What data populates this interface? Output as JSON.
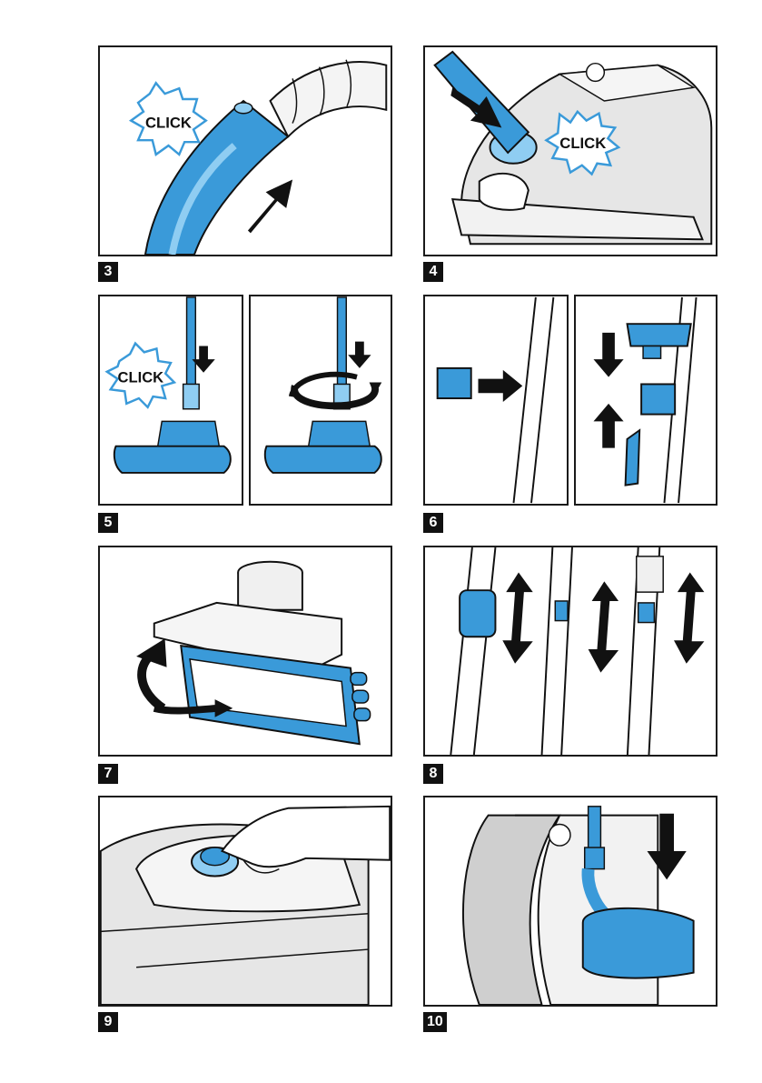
{
  "colors": {
    "accent": "#3a9ad9",
    "accent_light": "#8fcdf2",
    "ink": "#111111",
    "gray": "#d8d8d8"
  },
  "steps": [
    {
      "number": "3",
      "click": "CLICK"
    },
    {
      "number": "4",
      "click": "CLICK"
    },
    {
      "number": "5",
      "click": "CLICK"
    },
    {
      "number": "6"
    },
    {
      "number": "7"
    },
    {
      "number": "8"
    },
    {
      "number": "9"
    },
    {
      "number": "10"
    }
  ]
}
